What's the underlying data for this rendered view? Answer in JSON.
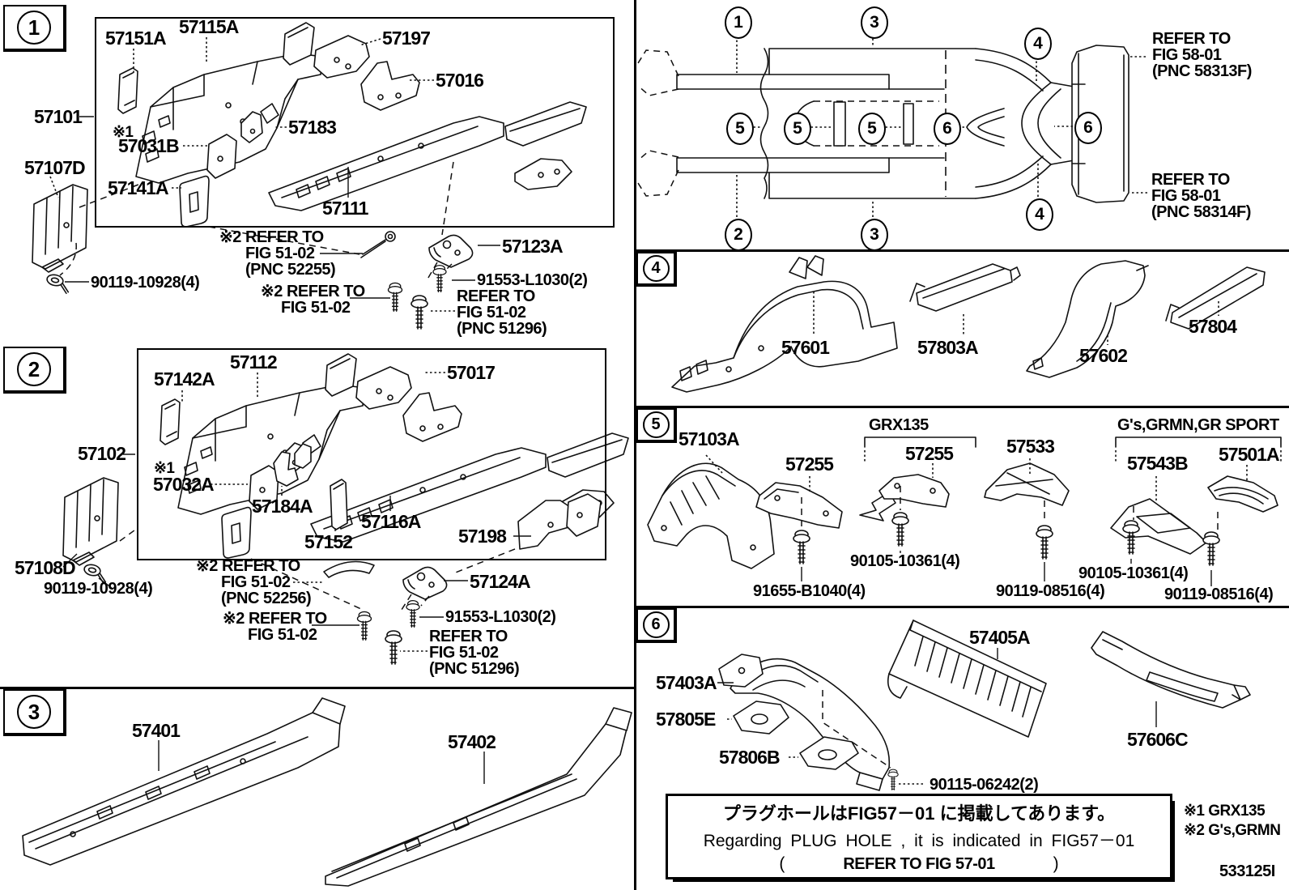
{
  "sections": {
    "s1": {
      "num": "1",
      "p57151A": "57151A",
      "p57115A": "57115A",
      "p57197": "57197",
      "p57016": "57016",
      "p57101": "57101",
      "tick1": "※1",
      "p57031B": "57031B",
      "p57107D": "57107D",
      "p57141A": "57141A",
      "p57183": "57183",
      "p57111": "57111",
      "f90119": "90119-10928(4)",
      "noteA1": "※2 REFER TO",
      "noteA2": "FIG 51-02",
      "noteA3": "(PNC 52255)",
      "p57123A": "57123A",
      "f91553": "91553-L1030(2)",
      "noteB1": "※2 REFER TO",
      "noteB2": "FIG 51-02",
      "noteC1": "REFER TO",
      "noteC2": "FIG 51-02",
      "noteC3": "(PNC 51296)"
    },
    "s2": {
      "num": "2",
      "p57142A": "57142A",
      "p57112": "57112",
      "p57017": "57017",
      "p57102": "57102",
      "tick1": "※1",
      "p57032A": "57032A",
      "p57184A": "57184A",
      "p57116A": "57116A",
      "p57152": "57152",
      "p57198": "57198",
      "p57108D": "57108D",
      "f90119": "90119-10928(4)",
      "noteA1": "※2 REFER TO",
      "noteA2": "FIG 51-02",
      "noteA3": "(PNC 52256)",
      "p57124A": "57124A",
      "noteB1": "※2 REFER TO",
      "noteB2": "FIG 51-02",
      "f91553": "91553-L1030(2)",
      "noteC1": "REFER TO",
      "noteC2": "FIG 51-02",
      "noteC3": "(PNC 51296)"
    },
    "s3": {
      "num": "3",
      "p57401": "57401",
      "p57402": "57402"
    },
    "s4": {
      "num": "4",
      "p57601": "57601",
      "p57803A": "57803A",
      "p57602": "57602",
      "p57804": "57804"
    },
    "s5": {
      "num": "5",
      "p57103A": "57103A",
      "p57255L": "57255",
      "hdrGRX": "GRX135",
      "p57255R": "57255",
      "p57533": "57533",
      "hdrGS": "G's,GRMN,GR SPORT",
      "p57543B": "57543B",
      "p57501A": "57501A",
      "f91655": "91655-B1040(4)",
      "f90105a": "90105-10361(4)",
      "f90119a": "90119-08516(4)",
      "f90105b": "90105-10361(4)",
      "f90119b": "90119-08516(4)"
    },
    "s6": {
      "num": "6",
      "p57403A": "57403A",
      "p57805E": "57805E",
      "p57806B": "57806B",
      "p57405A": "57405A",
      "p57606C": "57606C",
      "f90115": "90115-06242(2)"
    }
  },
  "overview": {
    "callouts": [
      {
        "n": "1"
      },
      {
        "n": "3"
      },
      {
        "n": "4"
      },
      {
        "n": "5"
      },
      {
        "n": "5"
      },
      {
        "n": "5"
      },
      {
        "n": "6"
      },
      {
        "n": "6"
      },
      {
        "n": "2"
      },
      {
        "n": "3"
      },
      {
        "n": "4"
      }
    ],
    "refTop1": "REFER TO",
    "refTop2": "FIG 58-01",
    "refTop3": "(PNC 58313F)",
    "refBot1": "REFER TO",
    "refBot2": "FIG 58-01",
    "refBot3": "(PNC 58314F)"
  },
  "note_box": {
    "jp": "プラグホールはFIG57－01 に掲載してあります。",
    "en": "Regarding PLUG HOLE , it is indicated in FIG57－01",
    "open": "(",
    "ref": "REFER TO FIG 57-01",
    "close": ")"
  },
  "footer": {
    "legend1": "※1 GRX135",
    "legend2": "※2 G's,GRMN",
    "docnum": "533125I"
  }
}
